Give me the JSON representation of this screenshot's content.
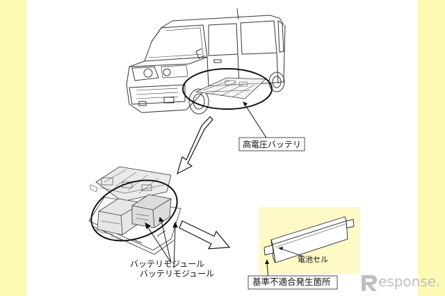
{
  "labels": {
    "high_voltage_battery": "高電圧バッテリ",
    "battery_module_1": "バッテリモジュール",
    "battery_module_2": "バッテリモジュール",
    "battery_cell": "電池セル",
    "defect_location": "基準不適合発生箇所"
  },
  "watermark": {
    "text": "esponse."
  },
  "colors": {
    "background": "#fdfab5",
    "panel": "#ffffff",
    "cell_box": "#fdfac8",
    "line": "#222222",
    "watermark": "#bfbfbf"
  }
}
